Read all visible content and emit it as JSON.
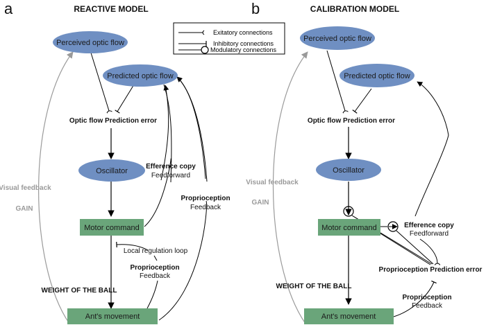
{
  "panels": [
    {
      "letter": "a",
      "title": "REACTIVE MODEL",
      "nodes": {
        "perceived": "Perceived optic flow",
        "predicted": "Predicted optic flow",
        "error": "Optic flow Prediction error",
        "oscillator": "Oscillator",
        "motor": "Motor command",
        "movement": "Ant's movement"
      },
      "labels": {
        "visual_feedback": "Visual feedback",
        "gain": "GAIN",
        "efference_title": "Efference copy",
        "efference_sub": "Feedforward",
        "proprio_title": "Proprioception",
        "proprio_sub": "Feedback",
        "local_loop": "Local regulation loop",
        "proprio2_title": "Proprioception",
        "proprio2_sub": "Feedback",
        "weight": "WEIGHT OF THE BALL"
      }
    },
    {
      "letter": "b",
      "title": "CALIBRATION MODEL",
      "nodes": {
        "perceived": "Perceived optic flow",
        "predicted": "Predicted optic flow",
        "error": "Optic flow Prediction error",
        "oscillator": "Oscillator",
        "motor": "Motor command",
        "movement": "Ant's movement",
        "proprio_error": "Proprioception Prediction error"
      },
      "labels": {
        "visual_feedback": "Visual feedback",
        "gain": "GAIN",
        "efference_title": "Efference copy",
        "efference_sub": "Feedforward",
        "proprio_title": "Proprioception",
        "proprio_sub": "Feedback",
        "weight": "WEIGHT OF THE BALL"
      }
    }
  ],
  "legend": {
    "items": [
      {
        "type": "excitatory",
        "label": "Exitatory connections"
      },
      {
        "type": "inhibitory",
        "label": "Inhibitory connections"
      },
      {
        "type": "modulatory",
        "label": "Modulatory connections"
      }
    ]
  },
  "colors": {
    "ellipse": "#6f8fc2",
    "box": "#6aa57a",
    "grey_arrow": "#9a9a9a"
  }
}
